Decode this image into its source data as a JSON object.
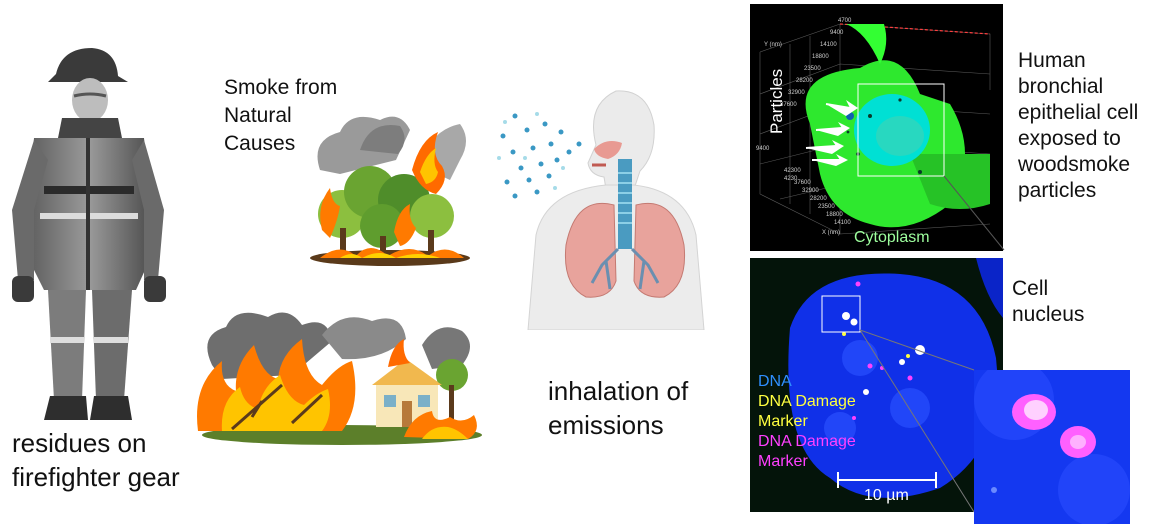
{
  "labels": {
    "gear": [
      "residues on",
      "firefighter gear"
    ],
    "natural": [
      "Smoke from",
      "Natural",
      "Causes"
    ],
    "inhalation": [
      "inhalation of",
      "emissions"
    ],
    "bronchial": [
      "Human",
      "bronchial",
      "epithelial cell",
      "exposed to",
      "woodsmoke",
      "particles"
    ],
    "nucleus": [
      "Cell",
      "nucleus"
    ]
  },
  "micrograph_top": {
    "particles_label": "Particles",
    "cytoplasm_label": "Cytoplasm",
    "axis_y_title": "Y (nm)",
    "axis_x_title": "X (nm)",
    "ticks_y": [
      "4700",
      "9400",
      "14100",
      "18800",
      "23500",
      "28200",
      "32900",
      "37600"
    ],
    "ticks_x": [
      "42300",
      "37600",
      "32900",
      "28200",
      "23500",
      "18800",
      "14100"
    ],
    "tick_left": "9400",
    "tick_left2": "4230"
  },
  "micrograph_bottom": {
    "legend": [
      {
        "text": "DNA",
        "color": "#2f8fff"
      },
      {
        "text": "DNA Damage",
        "color": "#ffff40"
      },
      {
        "text": "Marker",
        "color": "#ffff40"
      },
      {
        "text": "DNA Damage",
        "color": "#ff40ff"
      },
      {
        "text": "Marker",
        "color": "#ff40ff"
      }
    ],
    "scale_label": "10 µm"
  },
  "colors": {
    "dna": "#2f8fff",
    "damage_yellow": "#ffff40",
    "damage_magenta": "#ff40ff",
    "cytoplasm": "#33ff33",
    "fire": "#ff7a00"
  }
}
